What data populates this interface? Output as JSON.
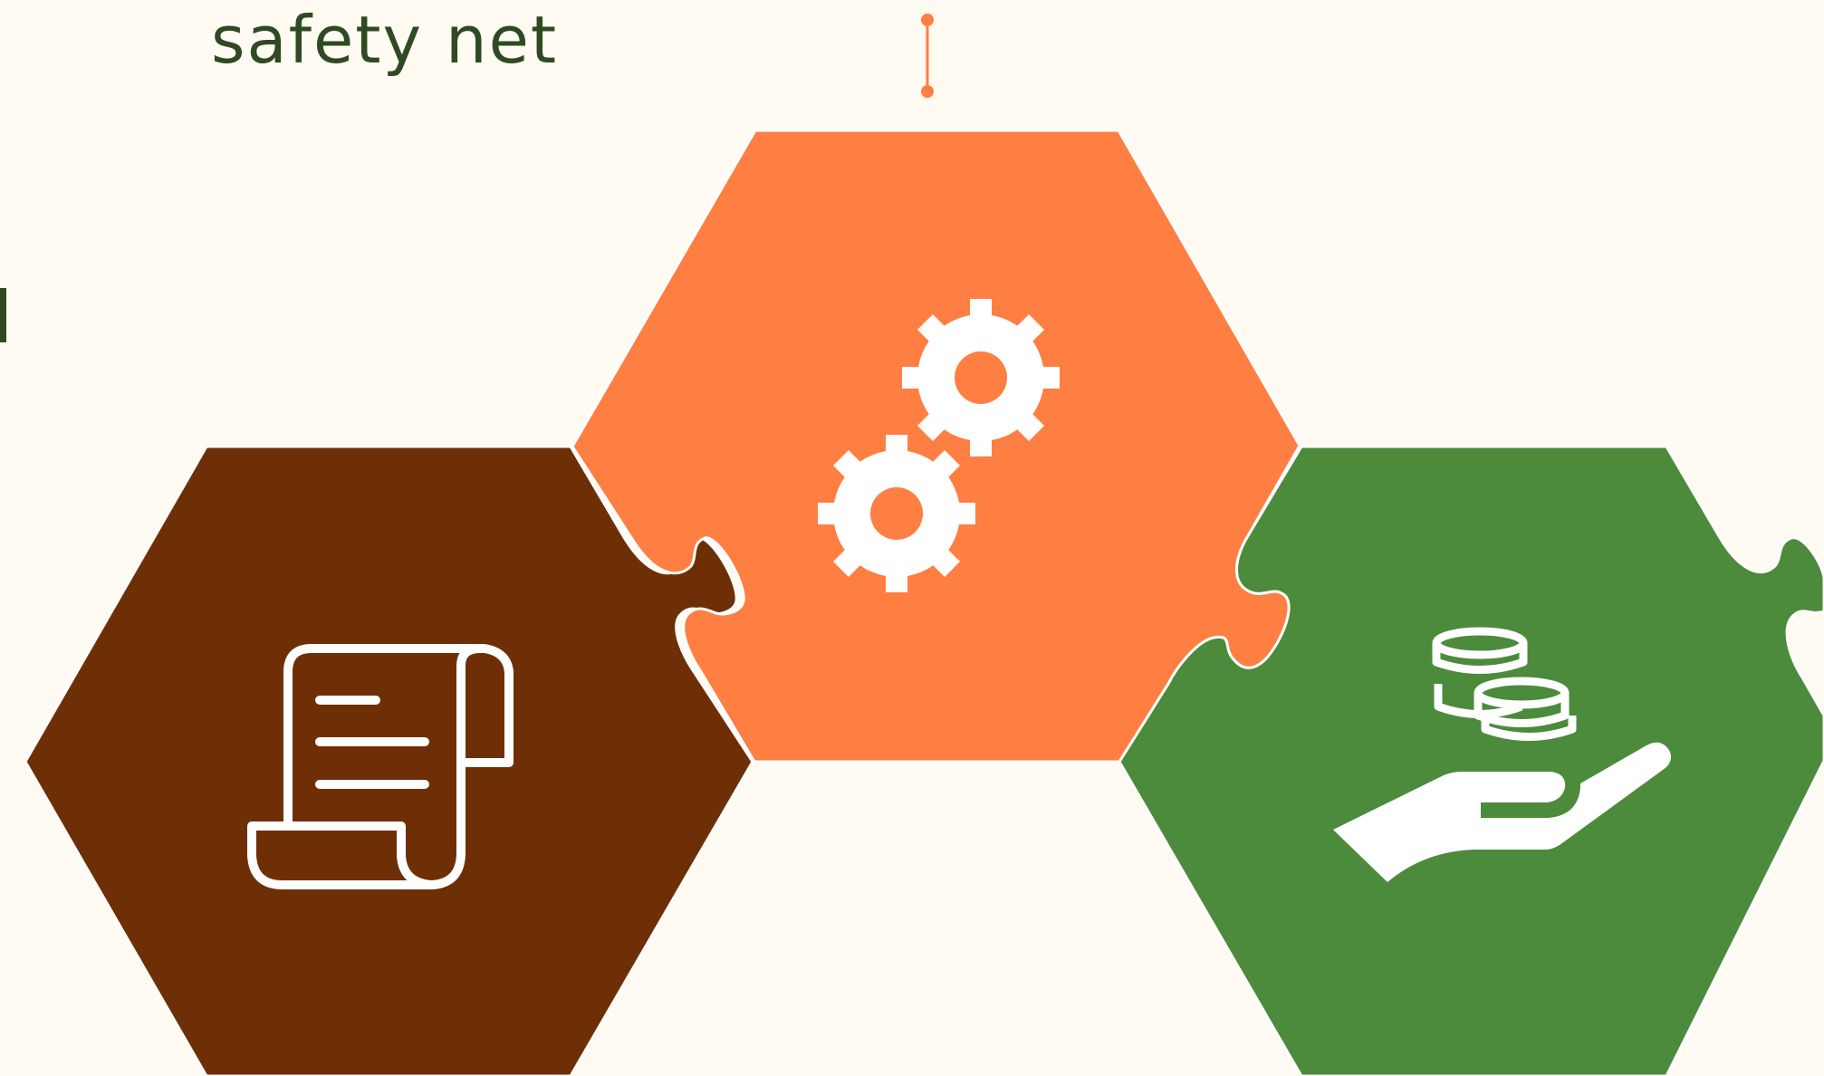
{
  "caption": "safety net",
  "colors": {
    "background": "#FFFAF2",
    "brown": "#6E2F07",
    "orange": "#FF7E42",
    "green": "#4C8A3C",
    "text": "#2F4A22",
    "outline": "#FFFFFF"
  },
  "hexagons": [
    {
      "name": "brown-hexagon",
      "color": "brown",
      "icon": "scroll-document-icon"
    },
    {
      "name": "orange-hexagon",
      "color": "orange",
      "icon": "gears-icon"
    },
    {
      "name": "green-hexagon",
      "color": "green",
      "icon": "hand-coins-icon"
    }
  ]
}
